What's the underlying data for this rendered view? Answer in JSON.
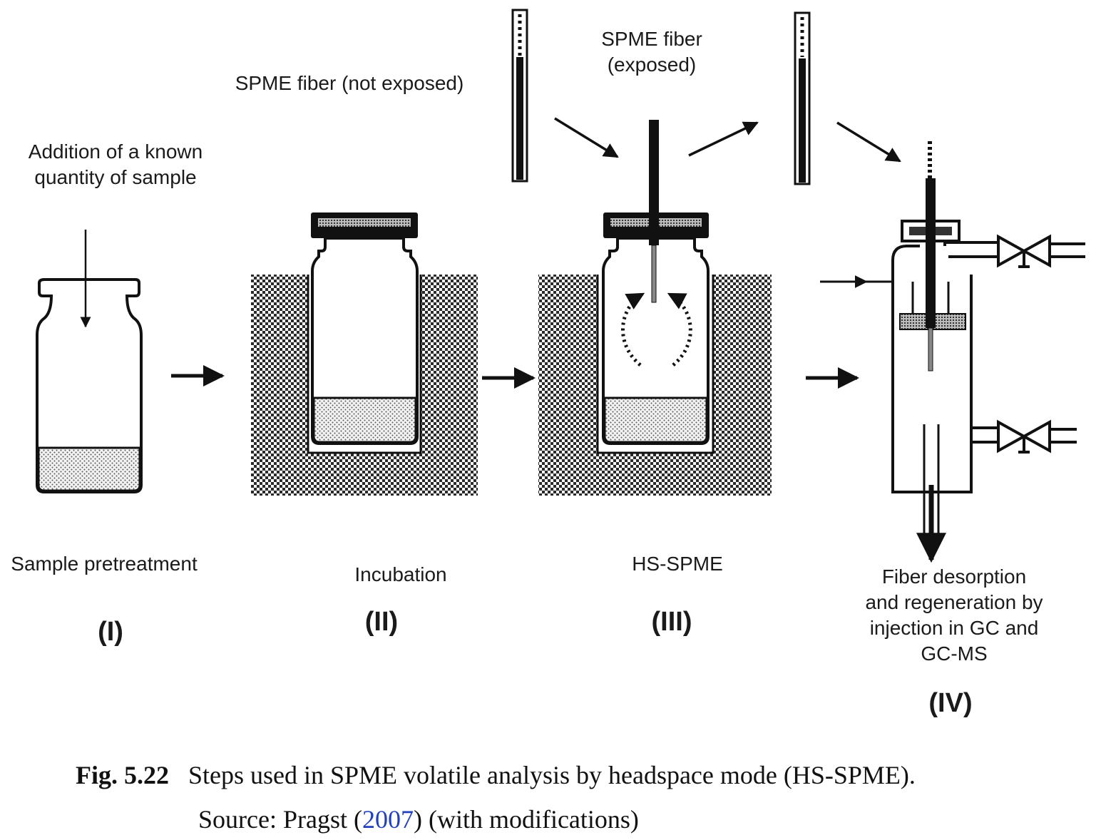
{
  "labels": {
    "addition_line1": "Addition of a known",
    "addition_line2": "quantity of sample",
    "fiber_not_exposed": "SPME fiber (not exposed)",
    "fiber_exposed_line1": "SPME fiber",
    "fiber_exposed_line2": "(exposed)"
  },
  "stages": [
    {
      "name": "Sample pretreatment",
      "numeral": "(I)"
    },
    {
      "name": "Incubation",
      "numeral": "(II)"
    },
    {
      "name": "HS-SPME",
      "numeral": "(III)"
    },
    {
      "name_lines": [
        "Fiber desorption",
        "and regeneration by",
        "injection in GC and",
        "GC-MS"
      ],
      "numeral": "(IV)"
    }
  ],
  "caption": {
    "fig_label": "Fig. 5.22",
    "text": "Steps used in SPME volatile analysis by headspace mode (HS-SPME).",
    "source_prefix": "Source: Pragst (",
    "source_year": "2007",
    "source_suffix": ") (with modifications)"
  },
  "colors": {
    "ink": "#111111",
    "citation": "#1f3fbf"
  }
}
